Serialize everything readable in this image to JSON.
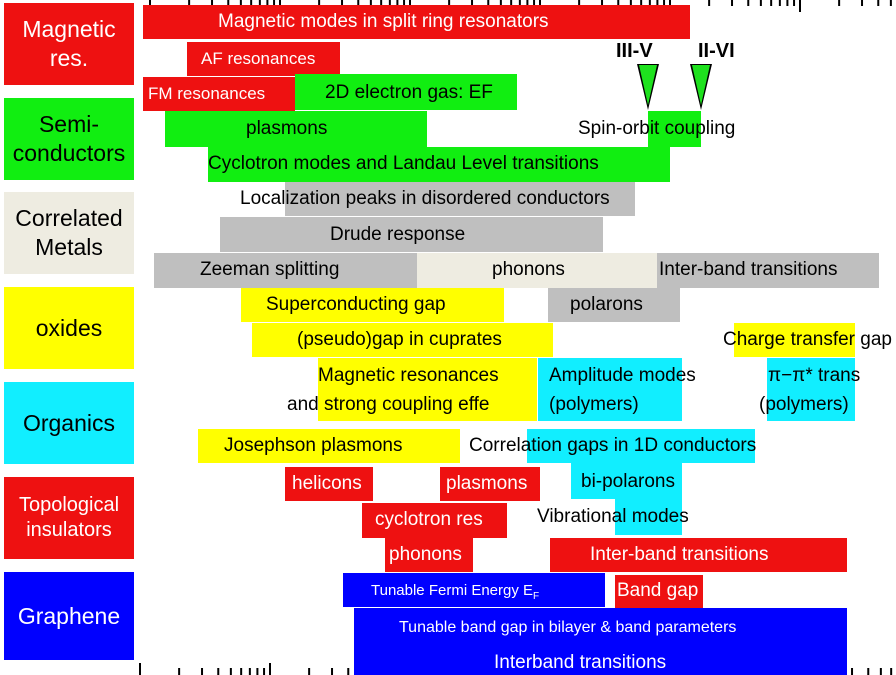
{
  "colors": {
    "red": "#ee1111",
    "green": "#11ee11",
    "gray": "#bfbfbf",
    "cream": "#eeece1",
    "yellow": "#ffff00",
    "cyan": "#11eeff",
    "blue": "#0000ff"
  },
  "categories": [
    {
      "label": "Magnetic res.",
      "color": "#ee1111"
    },
    {
      "label": "Semi-conductors",
      "color": "#11ee11"
    },
    {
      "label": "Correlated Metals",
      "color": "#eeece1"
    },
    {
      "label": "oxides",
      "color": "#ffff00"
    },
    {
      "label": "Organics",
      "color": "#11eeff"
    },
    {
      "label": "Topological insulators",
      "color": "#ee1111"
    },
    {
      "label": "Graphene",
      "color": "#0000ff"
    }
  ],
  "markers": {
    "iii_v": "III-V",
    "ii_vi": "II-VI"
  },
  "labels": {
    "magnetic_modes": "Magnetic modes in split ring resonators",
    "af_res": "AF resonances",
    "fm_res": "FM resonances",
    "electron_gas": "2D electron gas: EF",
    "spin_orbit": "Spin-orbit coupling",
    "plasmons_semi": "plasmons",
    "cyclotron_landau": "Cyclotron modes and Landau Level transitions",
    "localization": "Localization peaks in disordered conductors",
    "drude": "Drude response",
    "zeeman": "Zeeman splitting",
    "phonons_metals": "phonons",
    "interband_metals": "Inter-band transitions",
    "sc_gap": "Superconducting gap",
    "polarons": "polarons",
    "pseudogap": "(pseudo)gap in cuprates",
    "charge_transfer": "Charge transfer gap",
    "mag_res_line1": "Magnetic resonances",
    "mag_res_line2": "and  strong coupling effe",
    "amplitude_line1": "Amplitude modes",
    "amplitude_line2": "(polymers)",
    "pipi_line1": "π−π* trans",
    "pipi_line2": "(polymers)",
    "josephson": "Josephson plasmons",
    "correlation_gaps": "Correlation gaps in 1D conductors",
    "helicons": "helicons",
    "plasmons_topo": "plasmons",
    "bipolarons": "bi-polarons",
    "cyclotron_res": "cyclotron res",
    "vibrational": "Vibrational modes",
    "phonons_topo": "phonons",
    "interband_topo": "Inter-band transitions",
    "tunable_fermi": "Tunable Fermi Energy  E",
    "tunable_fermi_sub": "F",
    "band_gap": "Band gap",
    "tunable_bandgap": "Tunable band gap in bilayer & band parameters",
    "interband_graphene": "Interband transitions"
  }
}
